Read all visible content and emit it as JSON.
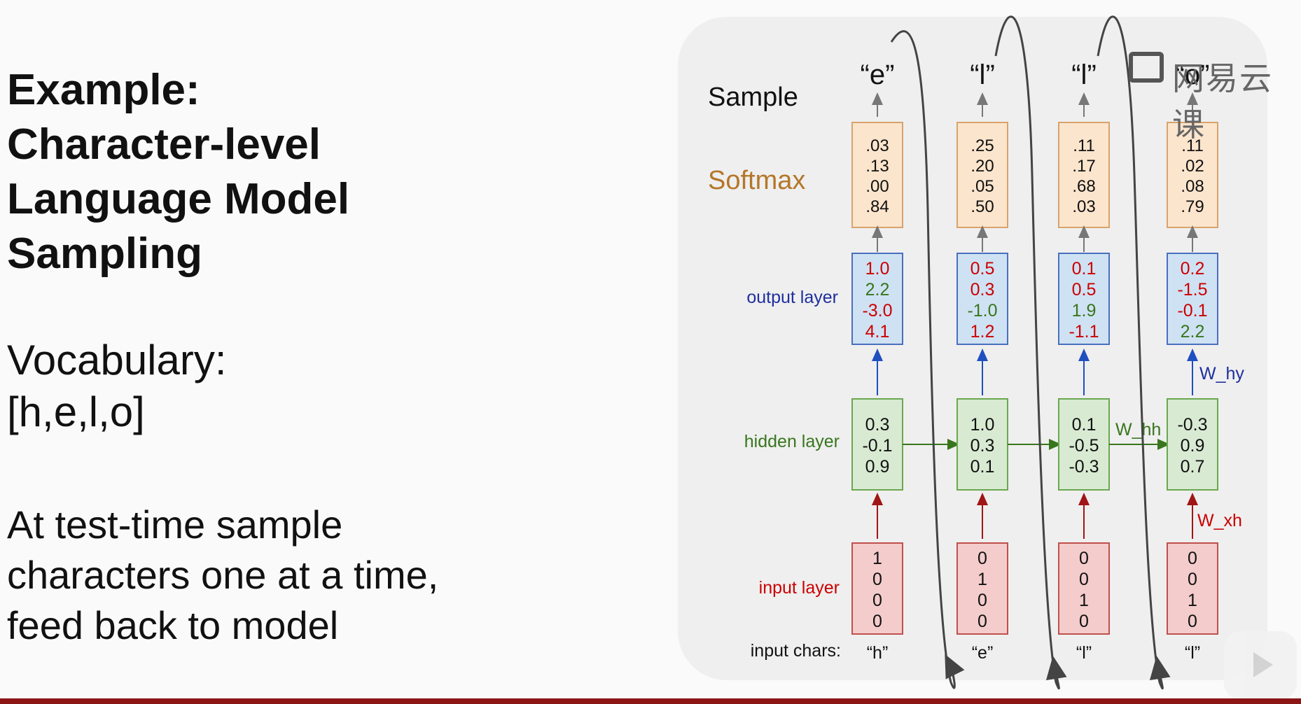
{
  "slide": {
    "title_lines": [
      "Example:",
      "Character-level",
      "Language Model",
      "Sampling"
    ],
    "vocab_lines": [
      "Vocabulary:",
      "[h,e,l,o]"
    ],
    "note_lines": [
      "At test-time sample",
      "characters one at a time,",
      "feed back to model"
    ]
  },
  "diagram": {
    "row_labels": {
      "sample": "Sample",
      "softmax": "Softmax",
      "output": "output layer",
      "hidden": "hidden layer",
      "input": "input layer",
      "input_chars": "input chars:"
    },
    "weight_labels": {
      "why": "W_hy",
      "whh": "W_hh",
      "wxh": "W_xh"
    },
    "colors": {
      "softmax_fill": "#fce5cd",
      "softmax_stroke": "#d9a36b",
      "output_fill": "#cfe2f3",
      "output_stroke": "#4a6fbf",
      "hidden_fill": "#d9ead3",
      "hidden_stroke": "#6aa84f",
      "input_fill": "#f4cccc",
      "input_stroke": "#c0504d",
      "red": "#cc0000",
      "green": "#38761d",
      "blue": "#1f2f9f",
      "orange": "#b4772a"
    },
    "columns": [
      {
        "sample": "“e”",
        "softmax": [
          ".03",
          ".13",
          ".00",
          ".84"
        ],
        "output": [
          {
            "v": "1.0",
            "c": "red"
          },
          {
            "v": "2.2",
            "c": "green"
          },
          {
            "v": "-3.0",
            "c": "red"
          },
          {
            "v": "4.1",
            "c": "red"
          }
        ],
        "hidden": [
          "0.3",
          "-0.1",
          "0.9"
        ],
        "input": [
          "1",
          "0",
          "0",
          "0"
        ],
        "char": "“h”"
      },
      {
        "sample": "“l”",
        "softmax": [
          ".25",
          ".20",
          ".05",
          ".50"
        ],
        "output": [
          {
            "v": "0.5",
            "c": "red"
          },
          {
            "v": "0.3",
            "c": "red"
          },
          {
            "v": "-1.0",
            "c": "green"
          },
          {
            "v": "1.2",
            "c": "red"
          }
        ],
        "hidden": [
          "1.0",
          "0.3",
          "0.1"
        ],
        "input": [
          "0",
          "1",
          "0",
          "0"
        ],
        "char": "“e”"
      },
      {
        "sample": "“l”",
        "softmax": [
          ".11",
          ".17",
          ".68",
          ".03"
        ],
        "output": [
          {
            "v": "0.1",
            "c": "red"
          },
          {
            "v": "0.5",
            "c": "red"
          },
          {
            "v": "1.9",
            "c": "green"
          },
          {
            "v": "-1.1",
            "c": "red"
          }
        ],
        "hidden": [
          "0.1",
          "-0.5",
          "-0.3"
        ],
        "input": [
          "0",
          "0",
          "1",
          "0"
        ],
        "char": "“l”"
      },
      {
        "sample": "“o”",
        "softmax": [
          ".11",
          ".02",
          ".08",
          ".79"
        ],
        "output": [
          {
            "v": "0.2",
            "c": "red"
          },
          {
            "v": "-1.5",
            "c": "red"
          },
          {
            "v": "-0.1",
            "c": "red"
          },
          {
            "v": "2.2",
            "c": "green"
          }
        ],
        "hidden": [
          "-0.3",
          "0.9",
          "0.7"
        ],
        "input": [
          "0",
          "0",
          "1",
          "0"
        ],
        "char": "“l”"
      }
    ]
  },
  "watermark": {
    "text": "网易云课"
  }
}
